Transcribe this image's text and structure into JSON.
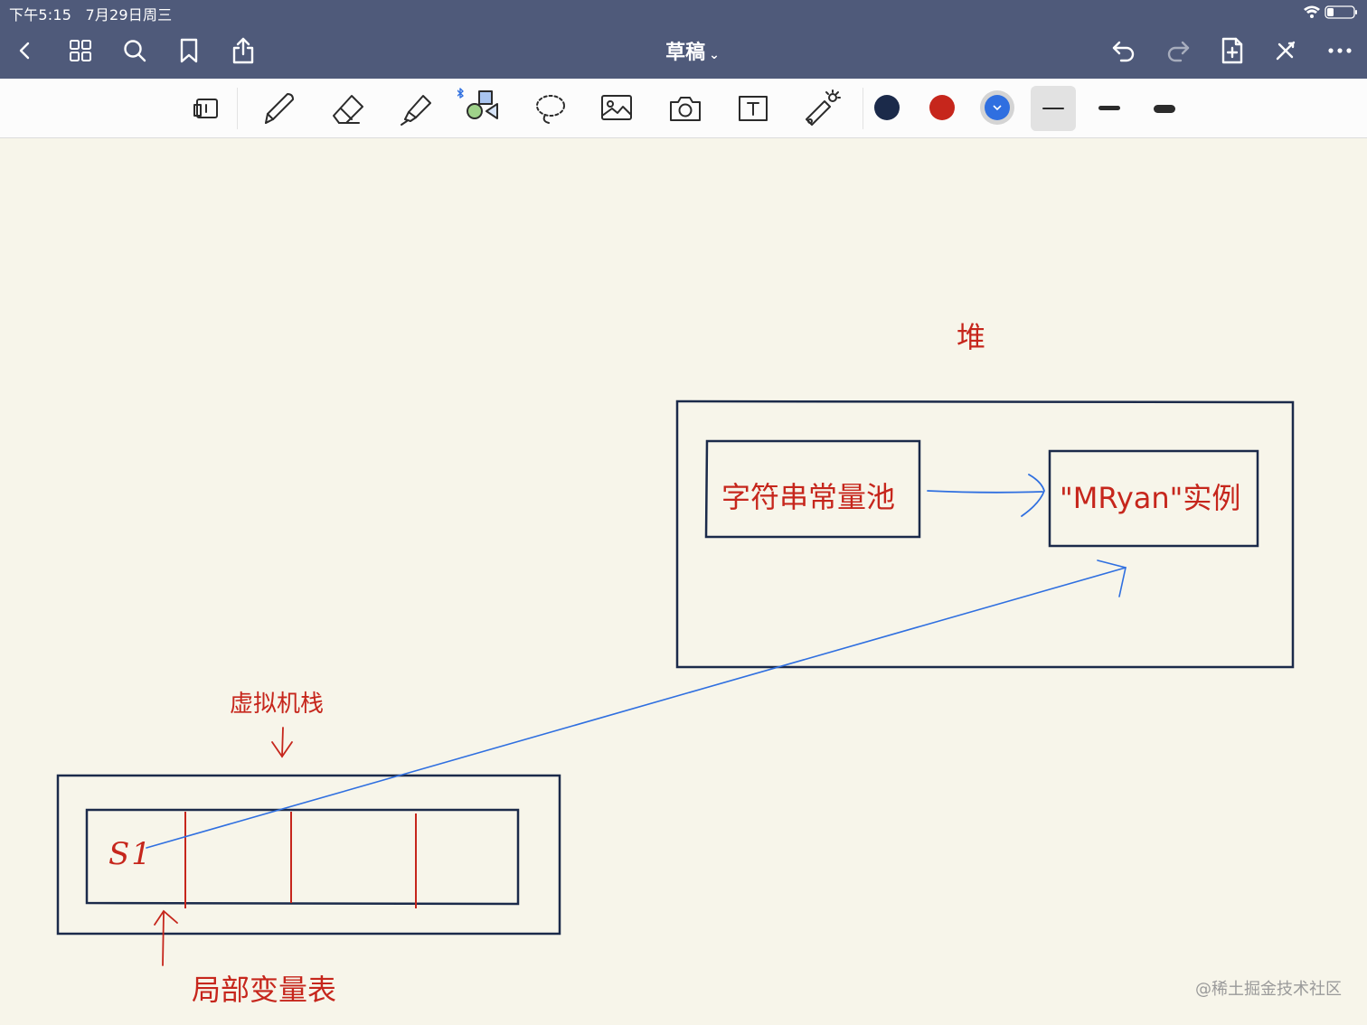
{
  "status_bar": {
    "time": "下午5:15",
    "date": "7月29日周三",
    "icons": [
      "wifi-icon",
      "battery-icon"
    ]
  },
  "nav_bar": {
    "title": "草稿",
    "left_icons": [
      "back-icon",
      "grid-icon",
      "search-icon",
      "bookmark-icon",
      "share-icon"
    ],
    "right_icons": [
      "undo-icon",
      "redo-icon",
      "add-page-icon",
      "close-toolbar-icon",
      "more-icon"
    ]
  },
  "toolbar": {
    "tools": [
      "read-mode-icon",
      "pen-icon",
      "eraser-icon",
      "highlighter-icon",
      "shapes-icon",
      "lasso-icon",
      "image-icon",
      "camera-icon",
      "text-icon",
      "laser-pointer-icon"
    ],
    "colors": [
      "#1b2a4a",
      "#c6261c",
      "#2f6fe0"
    ],
    "selected_color": "#2f6fe0",
    "stroke_widths": [
      "thin",
      "medium",
      "thick"
    ],
    "selected_stroke": "thin"
  },
  "canvas": {
    "heap_label": "堆",
    "string_pool_label": "字符串常量池",
    "instance_label": "\"MRyan\"实例",
    "vm_stack_label": "虚拟机栈",
    "local_var_table_label": "局部变量表",
    "slot_label": "S1",
    "ink_colors": {
      "box": "#1b2a4a",
      "text": "#c6261c",
      "arrow": "#2f6fe0"
    }
  },
  "watermark": "@稀土掘金技术社区"
}
